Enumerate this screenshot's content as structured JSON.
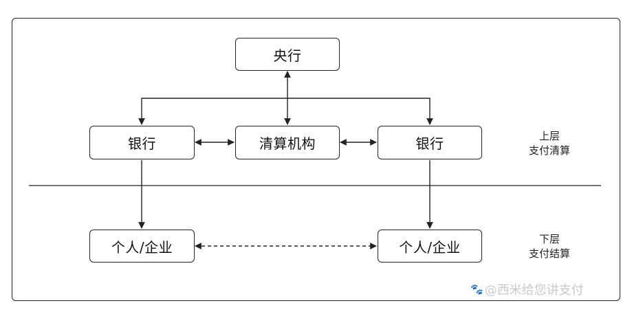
{
  "nodes": {
    "central_bank": "央行",
    "bank_left": "银行",
    "clearing": "清算机构",
    "bank_right": "银行",
    "user_left": "个人/企业",
    "user_right": "个人/企业"
  },
  "tiers": {
    "upper_line1": "上层",
    "upper_line2": "支付清算",
    "lower_line1": "下层",
    "lower_line2": "支付结算"
  },
  "watermark": {
    "text": "@西米给您讲支付",
    "icon": "paw-icon"
  }
}
